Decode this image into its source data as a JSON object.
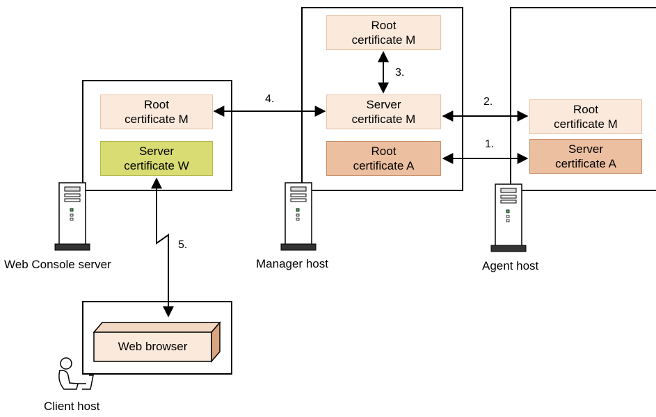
{
  "hosts": {
    "web_console": {
      "label": "Web Console server"
    },
    "manager": {
      "label": "Manager host"
    },
    "agent": {
      "label": "Agent host"
    },
    "client": {
      "label": "Client host"
    }
  },
  "certs": {
    "wc_root_m": "Root\ncertificate M",
    "wc_server_w": "Server\ncertificate W",
    "mgr_root_m": "Root\ncertificate M",
    "mgr_server_m": "Server\ncertificate M",
    "mgr_root_a": "Root\ncertificate A",
    "agt_root_m": "Root\ncertificate M",
    "agt_server_a": "Server\ncertificate A"
  },
  "browser": {
    "label": "Web browser"
  },
  "steps": {
    "s1": "1.",
    "s2": "2.",
    "s3": "3.",
    "s4": "4.",
    "s5": "5."
  },
  "colors": {
    "cert_light": "#fbe9dc",
    "cert_dark": "#ebbfa0",
    "cert_green": "#d8dc72",
    "box_border": "#000000"
  }
}
